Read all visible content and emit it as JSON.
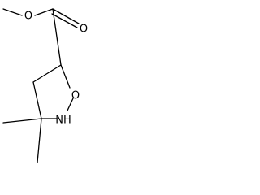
{
  "molecule": {
    "atoms": {
      "ester_oxygen": "O",
      "ring_oxygen": "O",
      "ring_nitrogen": "NH"
    }
  }
}
